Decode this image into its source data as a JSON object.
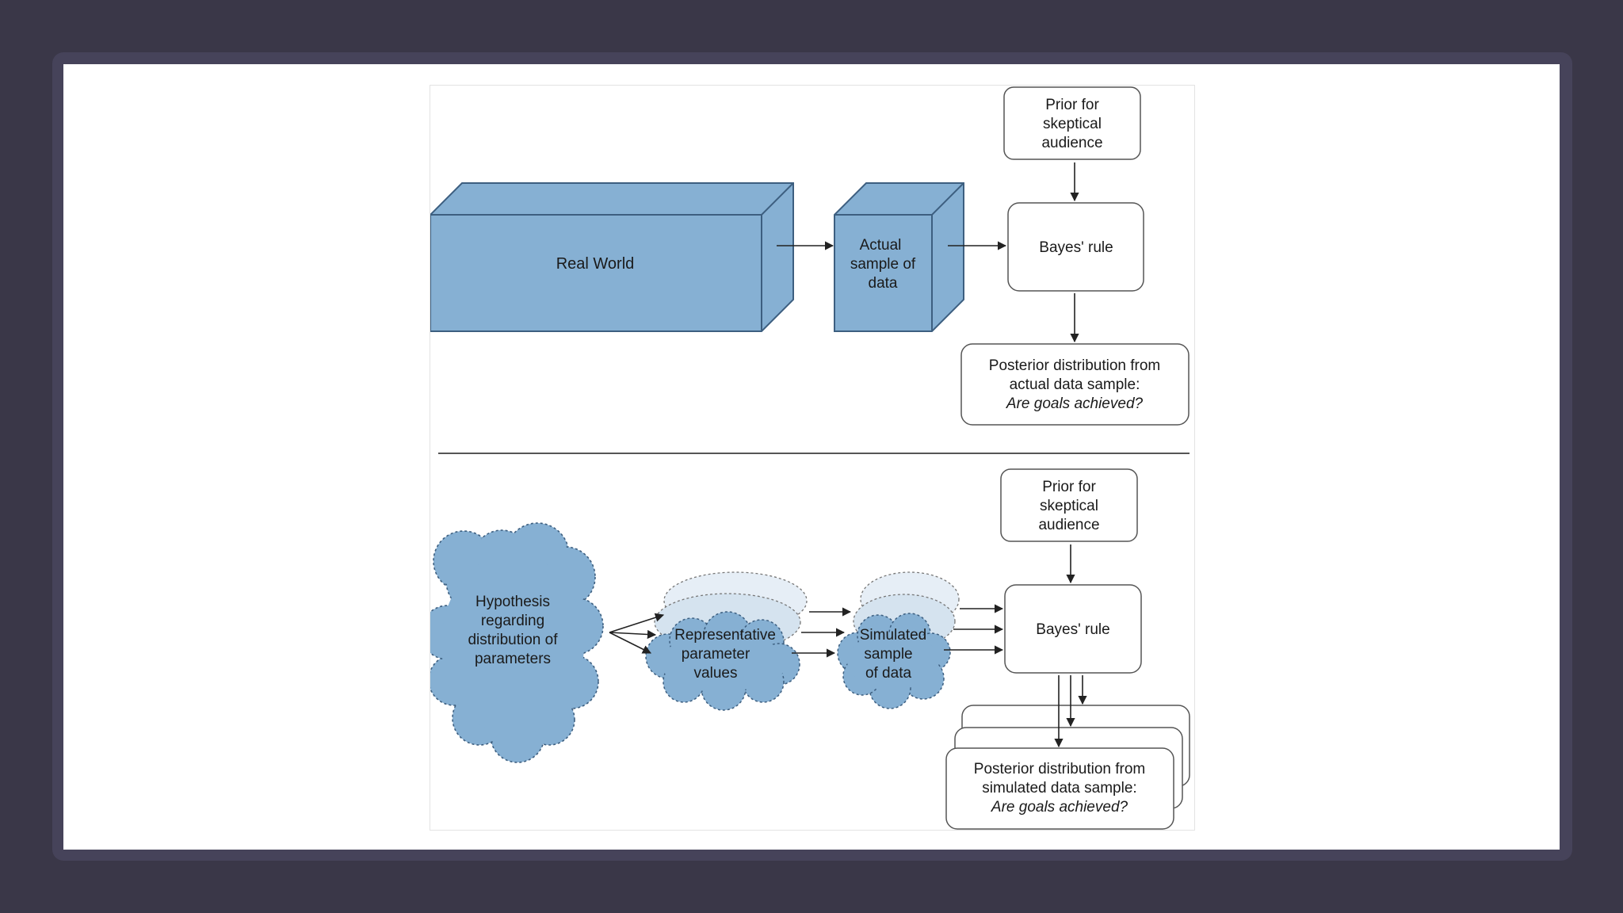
{
  "diagram": {
    "top": {
      "prior": [
        "Prior for",
        "skeptical",
        "audience"
      ],
      "real_world": "Real World",
      "actual_sample": [
        "Actual",
        "sample of",
        "data"
      ],
      "bayes": "Bayes' rule",
      "posterior": [
        "Posterior distribution from",
        "actual data sample:"
      ],
      "posterior_question": "Are goals achieved?"
    },
    "bottom": {
      "prior": [
        "Prior for",
        "skeptical",
        "audience"
      ],
      "hypothesis": [
        "Hypothesis",
        "regarding",
        "distribution of",
        "parameters"
      ],
      "representative": [
        "Representative",
        "parameter",
        "values"
      ],
      "simulated": [
        "Simulated",
        "sample",
        "of data"
      ],
      "bayes": "Bayes' rule",
      "posterior": [
        "Posterior distribution from",
        "simulated data sample:"
      ],
      "posterior_question": "Are goals achieved?"
    }
  },
  "colors": {
    "block_fill": "#86b0d3",
    "block_stroke": "#3d5f80",
    "cloud_light": "#d9e6f1",
    "background": "#3a3748",
    "frame": "#46435a"
  }
}
